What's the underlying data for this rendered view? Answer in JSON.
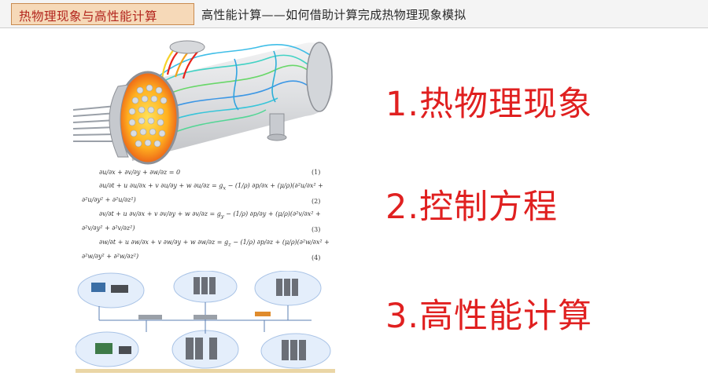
{
  "header": {
    "section_tab": "热物理现象与高性能计算",
    "subtitle": "高性能计算——如何借助计算完成热物理现象模拟"
  },
  "points": [
    {
      "label": "1.热物理现象"
    },
    {
      "label": "2.控制方程"
    },
    {
      "label": "3.高性能计算"
    }
  ],
  "figures": {
    "exchanger_icon": "heat-exchanger-cfd-image",
    "equations_icon": "navier-stokes-equations-image",
    "network_icon": "hpc-cluster-network-diagram",
    "equation_numbers": [
      "(1)",
      "(2)",
      "(3)",
      "(4)"
    ]
  },
  "colors": {
    "accent_red": "#e02020",
    "tab_fill": "#f6d9b8",
    "tab_border": "#c98b50",
    "tab_text": "#b3261e"
  }
}
